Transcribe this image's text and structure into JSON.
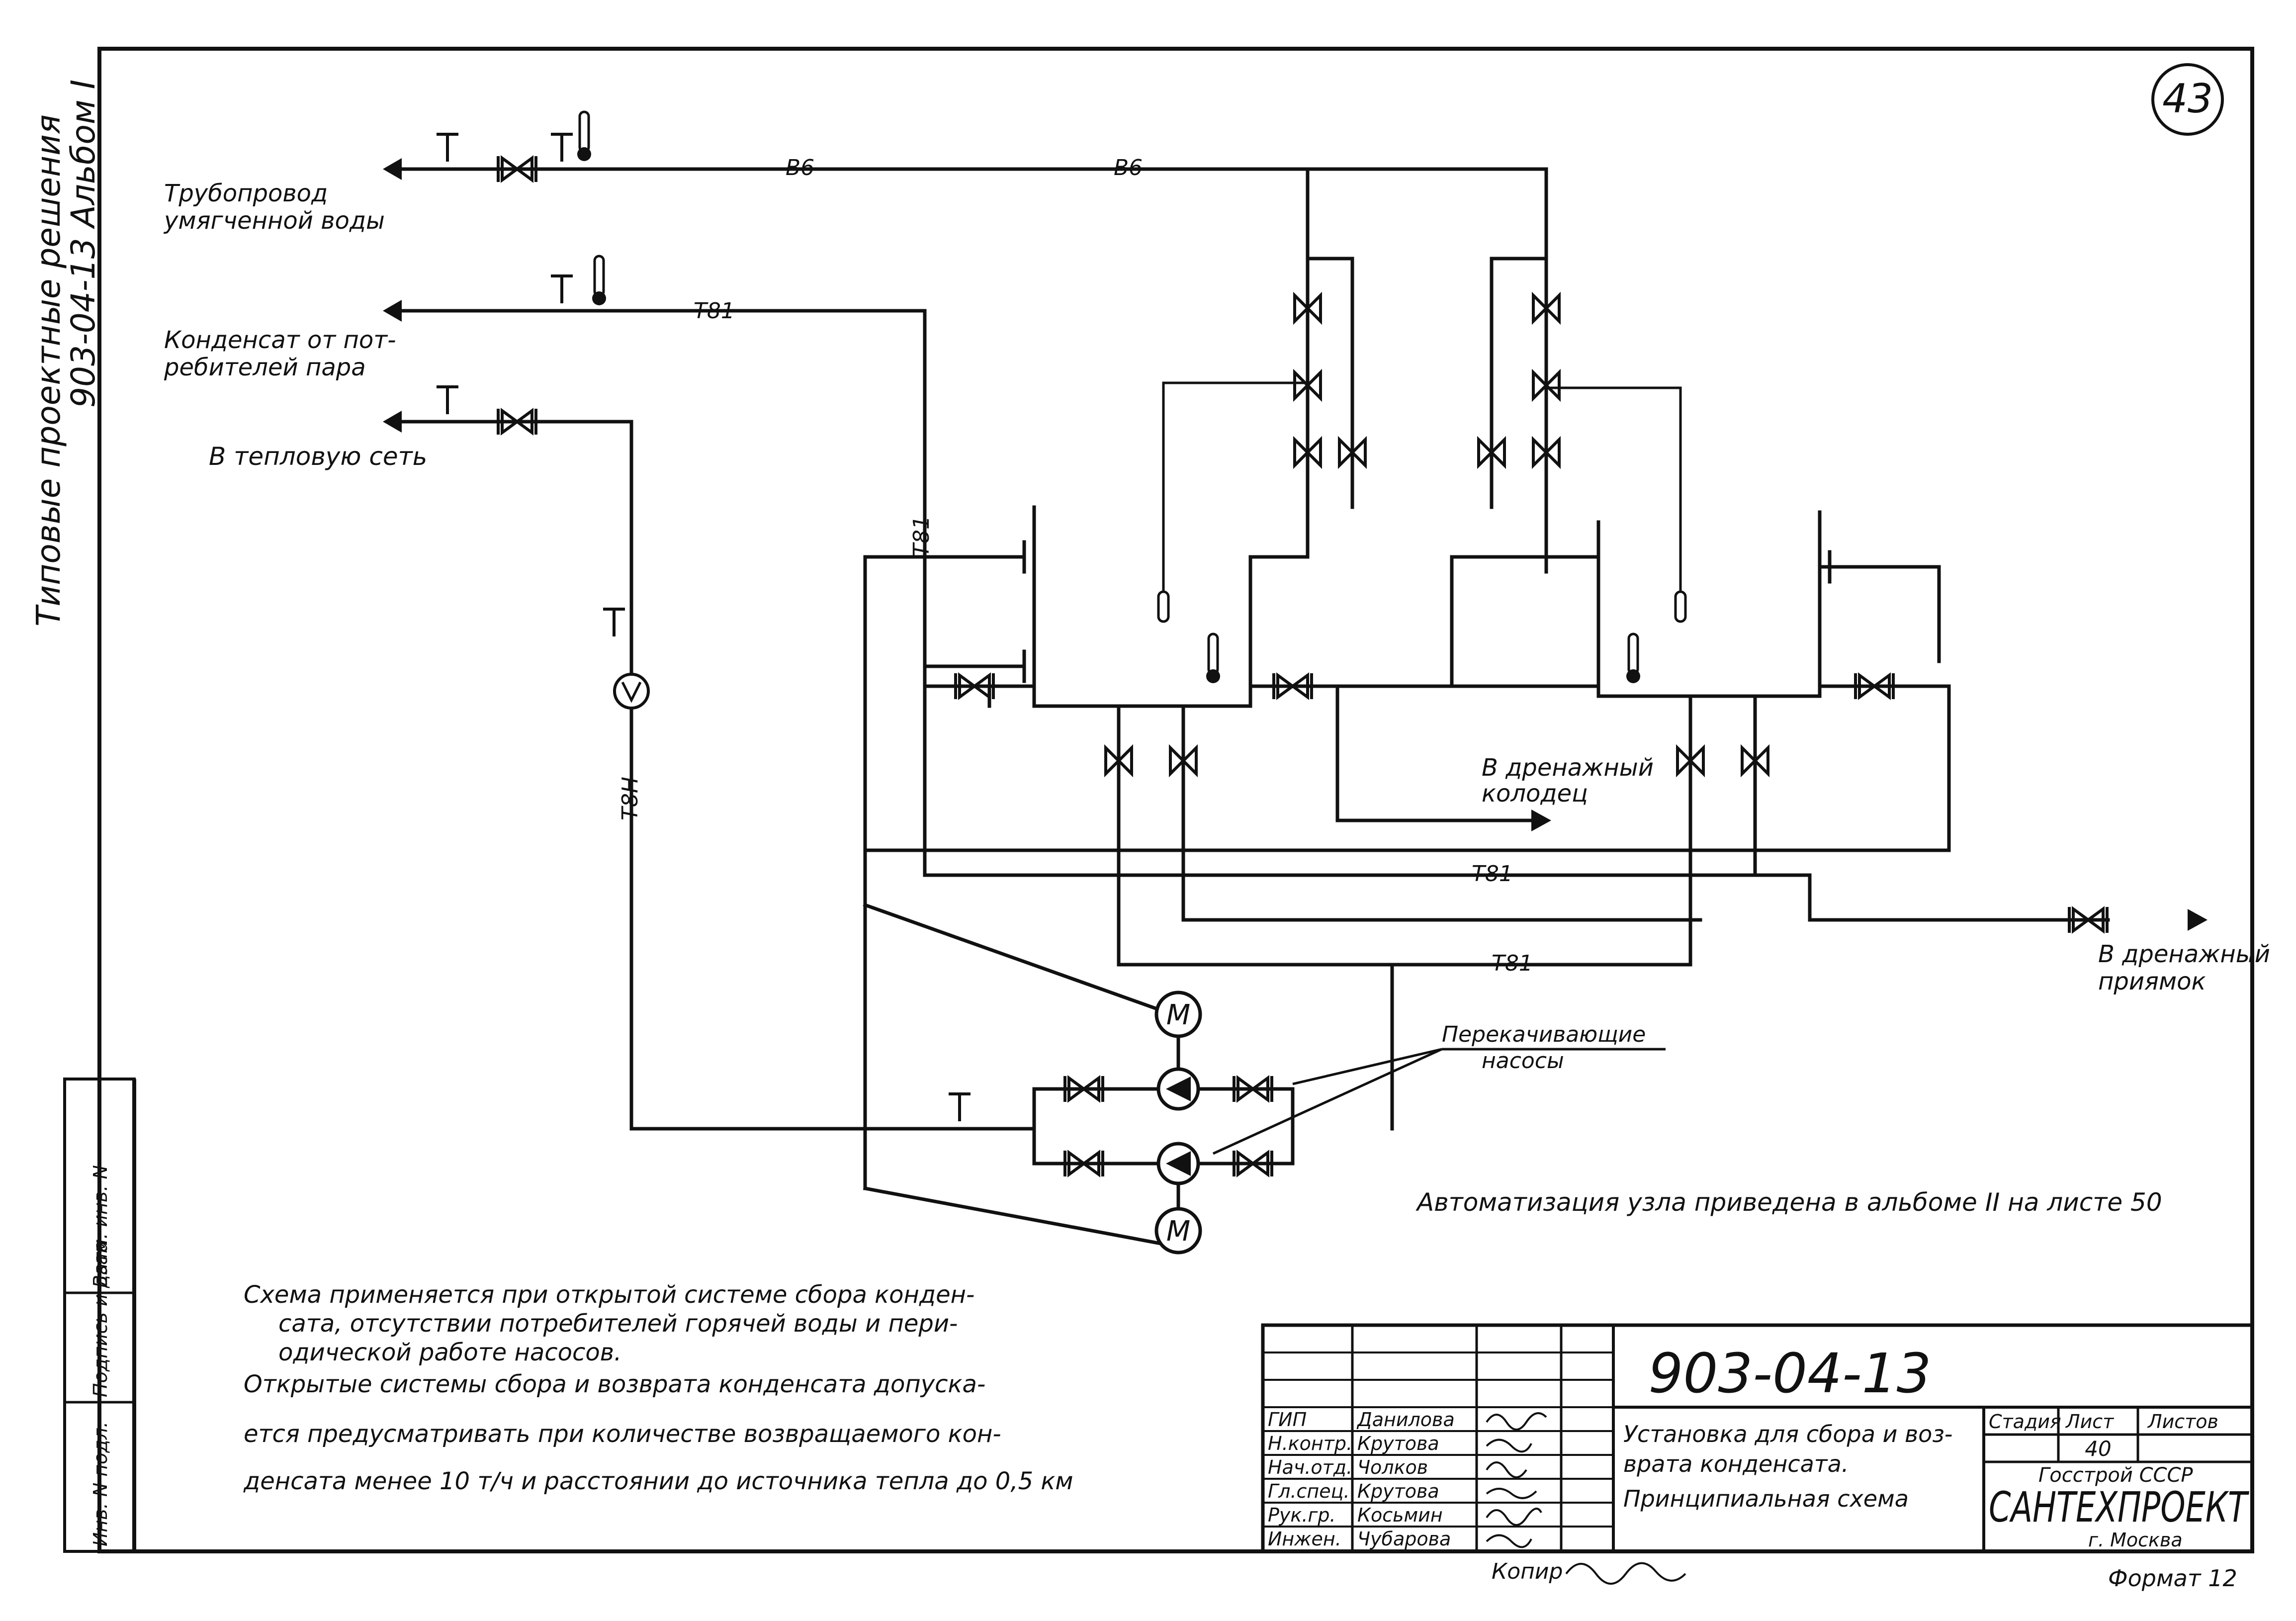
{
  "sheet_number": "43",
  "side_labels": {
    "series": "Типовые проектные решения",
    "album": "903-04-13  Альбом I",
    "stamp_columns": [
      "Инв. N подл.",
      "Подпись и дата",
      "Взам. инв. N"
    ]
  },
  "inputs": [
    {
      "label_line1": "Трубопровод",
      "label_line2": "умягченной воды"
    },
    {
      "label_line1": "Конденсат от пот-",
      "label_line2": "ребителей пара"
    },
    {
      "label_line1": "В тепловую сеть",
      "label_line2": ""
    }
  ],
  "pipe_codes": {
    "soft_water": "В6",
    "condensate": "Т81",
    "network": "Т8Н"
  },
  "outlets": {
    "drain_well_1": "В дренажный",
    "drain_well_2": "колодец",
    "drain_pit_1": "В дренажный",
    "drain_pit_2": "приямок"
  },
  "pumps": {
    "caption_1": "Перекачивающие",
    "caption_2": "насосы",
    "motor_symbol": "М"
  },
  "automation_note": "Автоматизация узла приведена в альбоме II на листе 50",
  "notes": [
    "Схема применяется при открытой системе сбора конден-",
    "сата, отсутствии потребителей горячей воды и пери-",
    "одической работе насосов.",
    "Открытые системы сбора и возврата конденсата допуска-",
    "ется предусматривать при количестве возвращаемого кон-",
    "денсата менее 10 т/ч и расстоянии до источника тепла до 0,5 км"
  ],
  "title_block": {
    "project_code": "903-04-13",
    "title_lines": [
      "Установка для сбора и воз-",
      "врата конденсата.",
      "Принципиальная схема"
    ],
    "headers": {
      "stage": "Стадия",
      "sheet": "Лист",
      "sheets": "Листов"
    },
    "sheet_no": "40",
    "org_line1": "Госстрой СССР",
    "org_name": "САНТЕХПРОЕКТ",
    "org_city": "г. Москва",
    "roles": [
      {
        "role": "ГИП",
        "name": "Данилова"
      },
      {
        "role": "Н.контр.",
        "name": "Крутова"
      },
      {
        "role": "Нач.отд.",
        "name": "Чолков"
      },
      {
        "role": "Гл.спец.",
        "name": "Крутова"
      },
      {
        "role": "Рук.гр.",
        "name": "Косьмин"
      },
      {
        "role": "Инжен.",
        "name": "Чубарова"
      }
    ],
    "copier": "Копир",
    "format": "Формат 12"
  }
}
